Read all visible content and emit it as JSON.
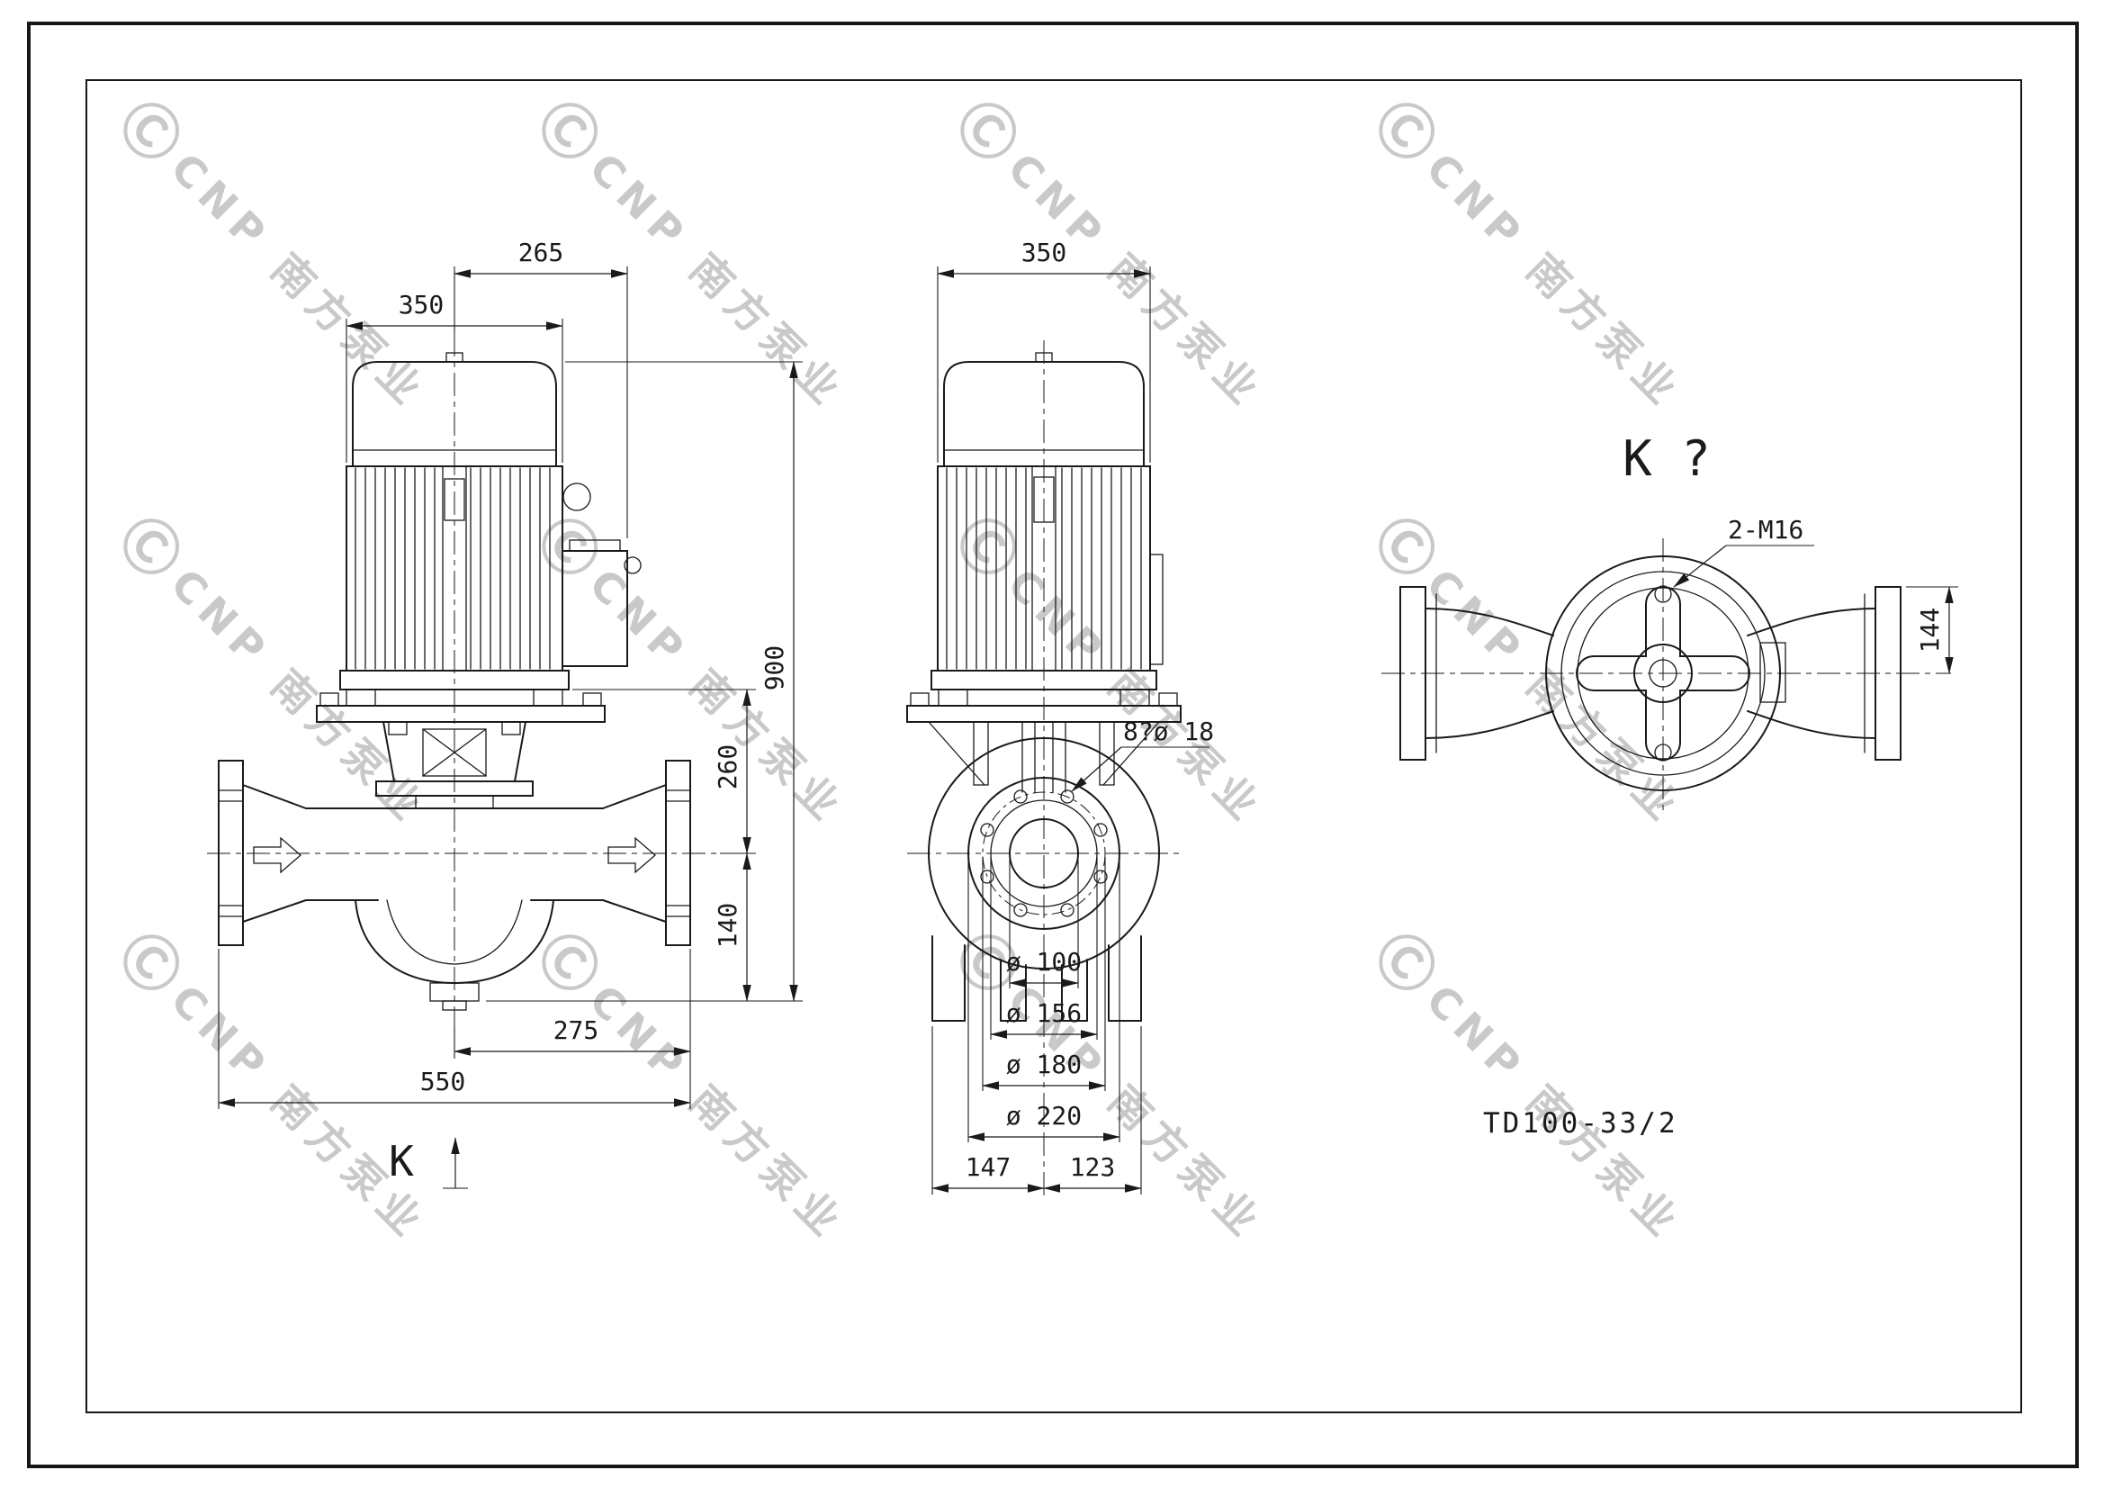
{
  "sheet": {
    "title": "TD100-33/2"
  },
  "watermark": {
    "logo": "Ⓒ",
    "text": "CNP 南方泵业"
  },
  "left_view": {
    "dim_265": "265",
    "dim_350": "350",
    "dim_900": "900",
    "dim_260": "260",
    "dim_140": "140",
    "dim_275": "275",
    "dim_550": "550",
    "view_arrow_label": "K"
  },
  "front_view": {
    "dim_350": "350",
    "bolt_holes_label": "8?ø 18",
    "dim_d100": "ø 100",
    "dim_d156": "ø 156",
    "dim_d180": "ø 180",
    "dim_d220": "ø 220",
    "dim_147": "147",
    "dim_123": "123"
  },
  "top_view": {
    "view_label": "K ?",
    "tapped_holes_label": "2-M16",
    "dim_144": "144"
  }
}
